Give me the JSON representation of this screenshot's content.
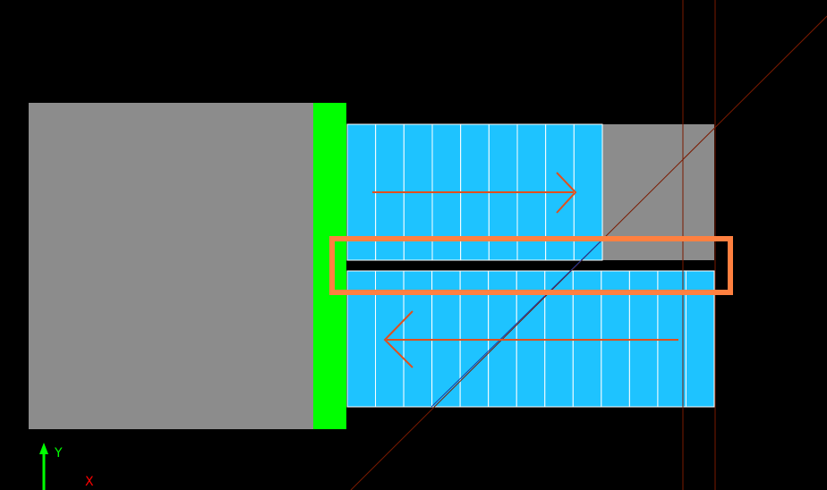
{
  "viewport": {
    "background": "#000000"
  },
  "colors": {
    "wall_fill": "#8c8c8c",
    "landing_edge": "#00ff00",
    "tread_fill": "#1ec3ff",
    "tread_line": "#ffffff",
    "direction_arrow": "#e0501e",
    "selection_box": "#ff8040",
    "construction_line": "#7a1a00",
    "diagonal_line": "#1a3aa0",
    "ucs_y_axis": "#00ff00",
    "ucs_x_axis": "#ff0000"
  },
  "stair": {
    "upper_flight_treads": 9,
    "lower_flight_treads": 13,
    "upper_flight_direction": "right",
    "lower_flight_direction": "left"
  },
  "ucs_icon": {
    "y_label": "Y",
    "x_label": "X"
  }
}
